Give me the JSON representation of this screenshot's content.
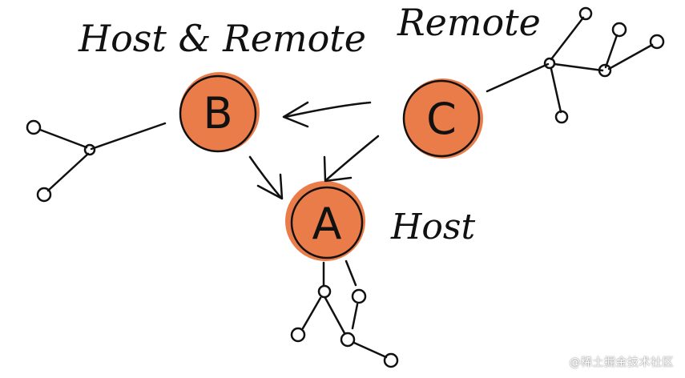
{
  "labels": {
    "host_remote": "Host & Remote",
    "remote": "Remote",
    "host": "Host"
  },
  "nodes": {
    "b": "B",
    "c": "C",
    "a": "A"
  },
  "watermark": "@稀土掘金技术社区",
  "colors": {
    "node_fill": "#e8753f",
    "ink": "#111111",
    "background": "#ffffff"
  }
}
